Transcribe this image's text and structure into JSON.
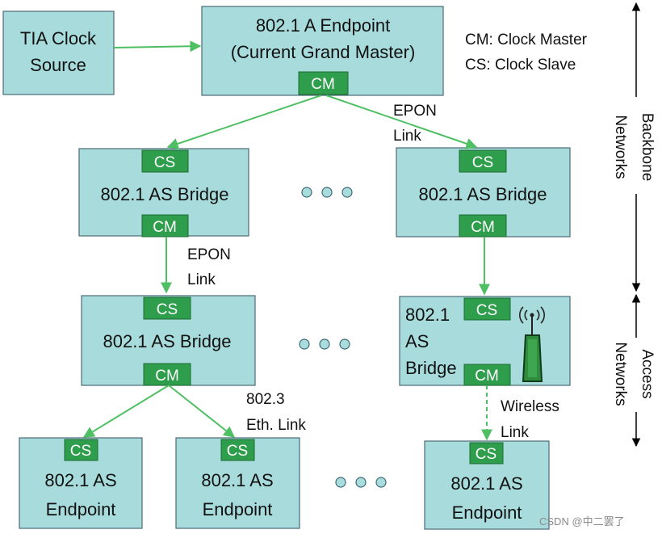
{
  "legend": {
    "cm": "CM: Clock Master",
    "cs": "CS: Clock Slave"
  },
  "tags": {
    "cm": "CM",
    "cs": "CS"
  },
  "source": {
    "line1": "TIA Clock",
    "line2": "Source"
  },
  "gm": {
    "line1": "802.1 A Endpoint",
    "line2": "(Current Grand Master)"
  },
  "bridge_label": "802.1 AS Bridge",
  "wireless_bridge": {
    "line1": "802.1",
    "line2": "AS",
    "line3": "Bridge"
  },
  "endpoint": {
    "line1": "802.1 AS",
    "line2": "Endpoint"
  },
  "links": {
    "epon_top": {
      "line1": "EPON",
      "line2": "Link"
    },
    "epon_mid": {
      "line1": "EPON",
      "line2": "Link"
    },
    "eth": {
      "line1": "802.3",
      "line2": "Eth. Link"
    },
    "wireless": {
      "line1": "Wireless",
      "line2": "Link"
    }
  },
  "side": {
    "backbone": [
      "Backbone",
      "Networks"
    ],
    "access": [
      "Access",
      "Networks"
    ]
  },
  "icons": {
    "antenna": "wireless-antenna-icon"
  },
  "colors": {
    "box_fill": "#a8dcdc",
    "tag_fill": "#2f9e4c",
    "link": "#4fbf63",
    "dot": "#a9dcdc"
  },
  "watermark": "CSDN @中二罢了"
}
